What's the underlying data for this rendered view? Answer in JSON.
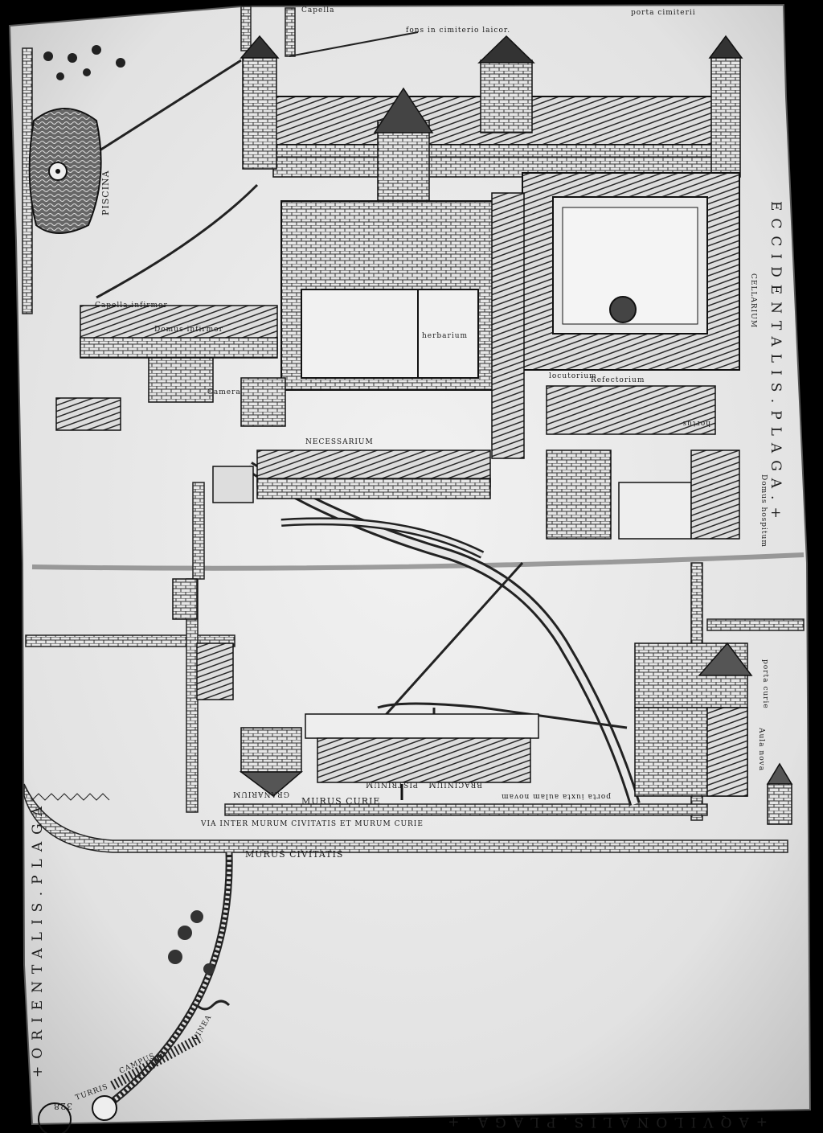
{
  "title": "",
  "border_labels": {
    "left": "+ORIENTALIS.PLAGA",
    "right": "ECCIDENTALIS.PLAGA.+",
    "bottom": "+AQVILONALIS.PLAGA.+",
    "folio": "328"
  },
  "labels": {
    "piscina": "PISCINA",
    "cellarium": "CELLARIUM",
    "capella_infirmorum": "Capella infirmor",
    "domus_infirmorum": "Domus infirmor",
    "necessarium": "NECESSARIUM",
    "fons_cimiterio": "fons in cimiterio laicor.",
    "capella_fontis": "Capella",
    "porta_cimiterii": "porta cimiterii",
    "herbarium": "herbarium",
    "fratrum_refectorium": "Refectorium",
    "locutorium": "locutorium",
    "hortus": "hortus",
    "camera": "Camera",
    "domus_hospitum": "Domus hospitum",
    "aula_nova": "Aula nova",
    "porta_curie": "porta curie",
    "porta_aula_nova": "porta iuxta aulam novam",
    "pistrinum": "PISTRINUM",
    "bracinium": "BRACINIUM",
    "granarium": "GRANARIUM",
    "murus_curie": "MURUS CURIE",
    "inter_muros": "VIA INTER MURUM CIVITATIS ET MURUM CURIE",
    "murus_civitatis": "MURUS CIVITATIS",
    "campus": "CAMPUS",
    "vinea": "VINEA",
    "turris": "TURRIS"
  }
}
